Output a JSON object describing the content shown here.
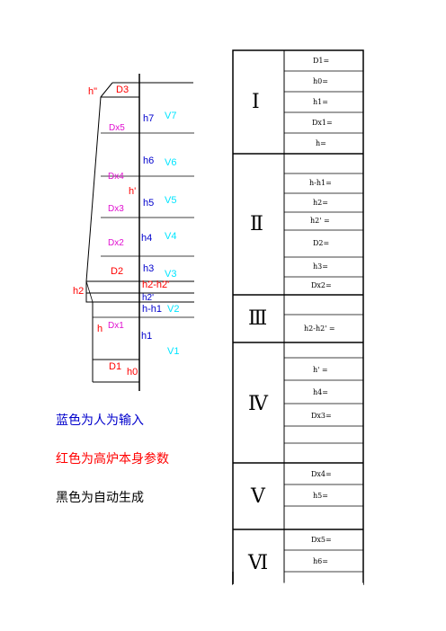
{
  "diagram": {
    "labels": {
      "h_dblprime": "h\"",
      "D3": "D3",
      "h7": "h7",
      "V7": "V7",
      "Dx5": "Dx5",
      "h6": "h6",
      "V6": "V6",
      "Dx4": "Dx4",
      "h_prime": "h'",
      "h5": "h5",
      "V5": "V5",
      "Dx3": "Dx3",
      "h4": "h4",
      "V4": "V4",
      "Dx2": "Dx2",
      "D2": "D2",
      "h3": "h3",
      "V3": "V3",
      "h2_minus_h2p": "h2-h2'",
      "h2": "h2",
      "h2p": "h2'",
      "h_minus_h1": "h-h1",
      "V2": "V2",
      "h": "h",
      "Dx1": "Dx1",
      "h1": "h1",
      "V1": "V1",
      "D1": "D1",
      "h0": "h0"
    }
  },
  "legend": {
    "blue": "蓝色为人为输入",
    "red": "红色为高炉本身参数",
    "black": "黑色为自动生成"
  },
  "colors": {
    "input": "#0000cc",
    "furnace": "#ff0000",
    "auto": "#000000",
    "velocity": "#00e5ff",
    "diameter": "#e010d0"
  },
  "table": {
    "sections": [
      {
        "roman": "Ⅰ",
        "rows": [
          "D1=",
          "h0=",
          "h1=",
          "Dx1=",
          "h="
        ]
      },
      {
        "roman": "Ⅱ",
        "rows": [
          "",
          "h-h1=",
          "h2=",
          "h2' =",
          "D2=",
          "h3=",
          "Dx2="
        ]
      },
      {
        "roman": "Ⅲ",
        "rows": [
          "",
          "h2-h2' ="
        ]
      },
      {
        "roman": "Ⅳ",
        "rows": [
          "",
          "h' =",
          "h4=",
          "Dx3=",
          ""
        ]
      },
      {
        "roman": "Ⅴ",
        "rows": [
          "Dx4=",
          "h5=",
          ""
        ]
      },
      {
        "roman": "Ⅵ",
        "rows": [
          "Dx5=",
          "h6="
        ]
      }
    ]
  }
}
